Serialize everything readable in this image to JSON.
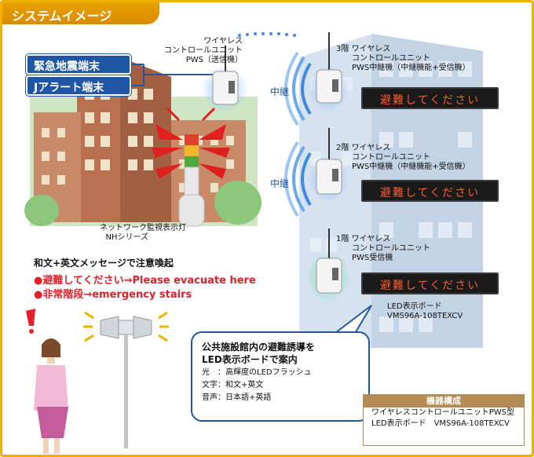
{
  "header": {
    "title": "システムイメージ"
  },
  "terminals": [
    {
      "label": "緊急地震端末"
    },
    {
      "label": "Jアラート端末"
    }
  ],
  "transmitter": {
    "line1": "ワイヤレス",
    "line2": "コントロールユニット",
    "line3": "PWS（送信機）"
  },
  "tower_light": {
    "line1": "ネットワーク監視表示灯",
    "line2": "NHシリーズ"
  },
  "floors": [
    {
      "floor": "3階",
      "line1": "ワイヤレス",
      "line2": "コントロールユニット",
      "line3": "PWS中継機（中継機能+受信機）",
      "relay": "中継",
      "board_text": "避難してください"
    },
    {
      "floor": "2階",
      "line1": "ワイヤレス",
      "line2": "コントロールユニット",
      "line3": "PWS中継機（中継機能+受信機）",
      "relay": "中継",
      "board_text": "避難してください"
    },
    {
      "floor": "1階",
      "line1": "ワイヤレス",
      "line2": "コントロールユニット",
      "line3": "PWS受信機",
      "relay": "",
      "board_text": "避難してください"
    }
  ],
  "led_board_label": {
    "line1": "LED表示ボード",
    "line2": "VMS96A-108TEXCV"
  },
  "message": {
    "title": "和文+英文メッセージで注意喚起",
    "line1": "●避難してください→Please evacuate here",
    "line2": "●非常階段→emergency stairs"
  },
  "callout": {
    "head1": "公共施設館内の避難誘導を",
    "head2": "LED表示ボードで案内",
    "spec1": "光　：高輝度のLEDフラッシュ",
    "spec2": "文字：和文+英文",
    "spec3": "音声：日本語+英語"
  },
  "equipment": {
    "title": "機器構成",
    "line1": "ワイヤレスコントロールユニットPWS型",
    "line2": "LED表示ボード　VMS96A-108TEXCV"
  },
  "colors": {
    "frame": "#f0b000",
    "terminal": "#1f56a6",
    "alert_text": "#e0202a",
    "led_text": "#ff5a32",
    "equip_header": "#b58b55"
  },
  "icons": [
    "exclamation-icon",
    "speaker-icon",
    "woman-figure-icon",
    "radio-wave-icon"
  ]
}
